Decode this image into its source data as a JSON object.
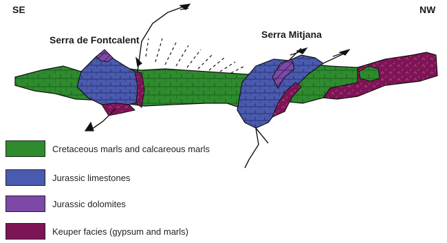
{
  "orientation": {
    "left": "SE",
    "right": "NW"
  },
  "ranges": {
    "fontcalent": "Serra de Fontcalent",
    "mitjana": "Serra Mitjana"
  },
  "legend": [
    {
      "id": "cretaceous",
      "label": "Cretaceous marls and calcareous marls",
      "color": "#2e8b2e"
    },
    {
      "id": "jurassic-limestone",
      "label": "Jurassic limestones",
      "color": "#4a5aae"
    },
    {
      "id": "jurassic-dolomite",
      "label": "Jurassic dolomites",
      "color": "#7c49a6"
    },
    {
      "id": "keuper",
      "label": "Keuper facies (gypsum and marls)",
      "color": "#7d1455"
    }
  ]
}
